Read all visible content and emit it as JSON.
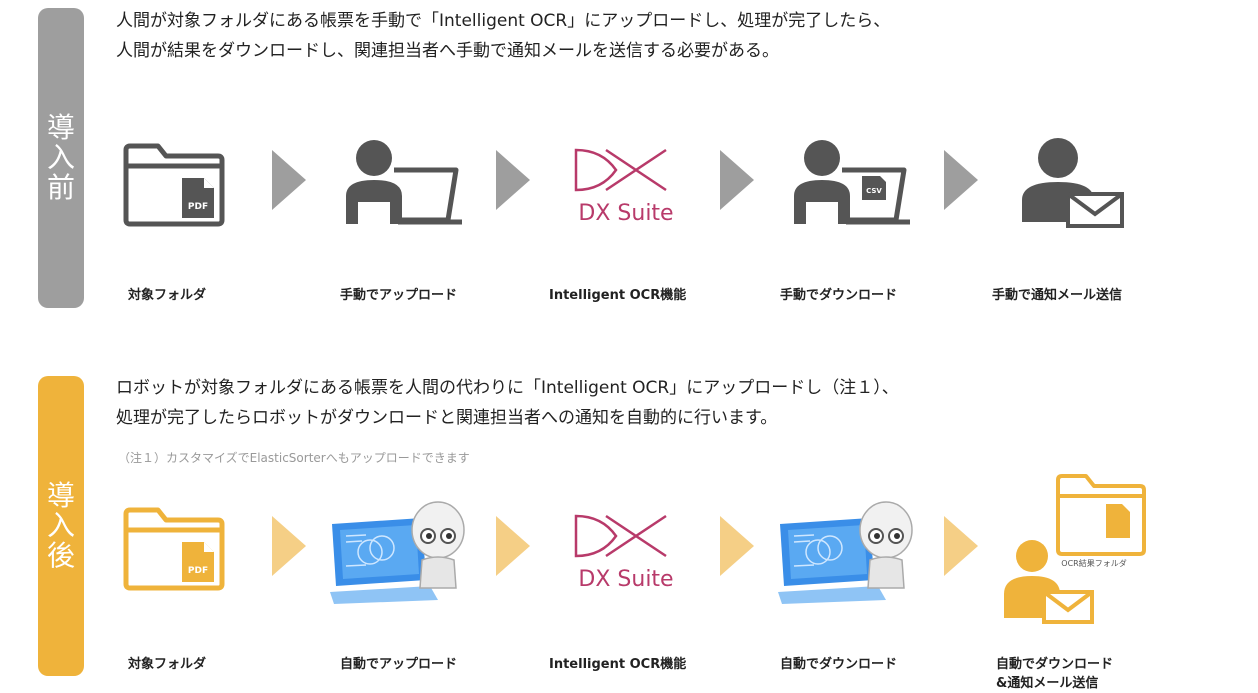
{
  "before": {
    "tab": [
      "導",
      "入",
      "前"
    ],
    "description": [
      "人間が対象フォルダにある帳票を手動で「Intelligent OCR」にアップロードし、処理が完了したら、",
      "人間が結果をダウンロードし、関連担当者へ手動で通知メールを送信する必要がある。"
    ],
    "steps": [
      {
        "label": "対象フォルダ",
        "icon": "folder-pdf-icon"
      },
      {
        "label": "手動でアップロード",
        "icon": "person-laptop-icon"
      },
      {
        "label": "Intelligent OCR機能",
        "icon": "dx-suite-logo"
      },
      {
        "label": "手動でダウンロード",
        "icon": "person-laptop-csv-icon"
      },
      {
        "label": "手動で通知メール送信",
        "icon": "person-mail-icon"
      }
    ],
    "file_badges": {
      "pdf": "PDF",
      "csv": "CSV"
    },
    "color": "#9e9e9e"
  },
  "after": {
    "tab": [
      "導",
      "入",
      "後"
    ],
    "description": [
      "ロボットが対象フォルダにある帳票を人間の代わりに「Intelligent OCR」にアップロードし（注１）、",
      "処理が完了したらロボットがダウンロードと関連担当者への通知を自動的に行います。"
    ],
    "note": "（注１）カスタマイズでElasticSorterへもアップロードできます",
    "steps": [
      {
        "label": "対象フォルダ",
        "icon": "folder-pdf-icon"
      },
      {
        "label": "自動でアップロード",
        "icon": "robot-computer-icon"
      },
      {
        "label": "Intelligent OCR機能",
        "icon": "dx-suite-logo"
      },
      {
        "label": "自動でダウンロード",
        "icon": "robot-computer-icon"
      },
      {
        "label_lines": [
          "自動でダウンロード",
          "&通知メール送信"
        ],
        "icon": "result-folder-mail-icon"
      }
    ],
    "file_badges": {
      "pdf": "PDF"
    },
    "result_folder_label": "OCR結果フォルダ",
    "color": "#efb33b"
  },
  "logo": {
    "text": "DX Suite",
    "color": "#b83a6a"
  },
  "arrow_colors": {
    "before": "#9e9e9e",
    "after": "#f5cf86"
  }
}
